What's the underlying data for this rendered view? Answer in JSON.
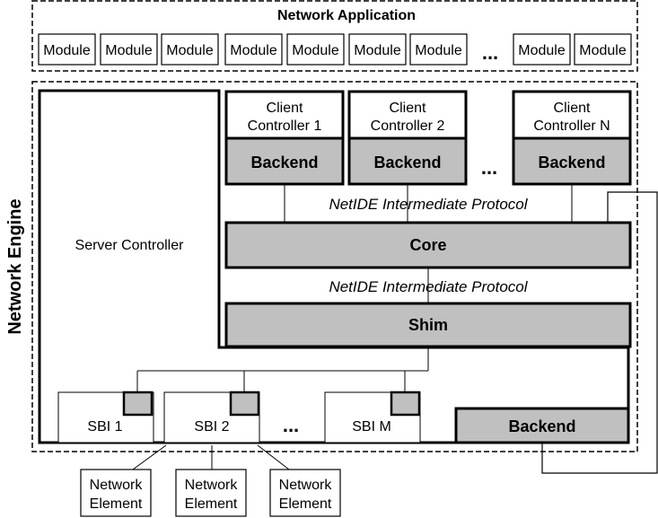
{
  "application": {
    "title": "Network Application",
    "modules": [
      "Module",
      "Module",
      "Module",
      "Module",
      "Module",
      "Module",
      "Module",
      "Module",
      "Module"
    ],
    "ellipsis": "..."
  },
  "engine": {
    "label": "Network Engine",
    "server_controller": "Server Controller",
    "clients": [
      {
        "line1": "Client",
        "line2": "Controller 1",
        "backend": "Backend"
      },
      {
        "line1": "Client",
        "line2": "Controller 2",
        "backend": "Backend"
      },
      {
        "line1": "Client",
        "line2": "Controller N",
        "backend": "Backend"
      }
    ],
    "clients_ellipsis": "...",
    "protocol_upper": "NetIDE Intermediate Protocol",
    "core": "Core",
    "protocol_lower": "NetIDE Intermediate Protocol",
    "shim": "Shim",
    "sbis": [
      "SBI 1",
      "SBI 2",
      "SBI M"
    ],
    "sbi_ellipsis": "...",
    "backend": "Backend"
  },
  "network_elements": [
    {
      "line1": "Network",
      "line2": "Element"
    },
    {
      "line1": "Network",
      "line2": "Element"
    },
    {
      "line1": "Network",
      "line2": "Element"
    }
  ],
  "colors": {
    "fill_gray": "#c0c0c0",
    "stroke": "#000000",
    "background": "#ffffff"
  }
}
